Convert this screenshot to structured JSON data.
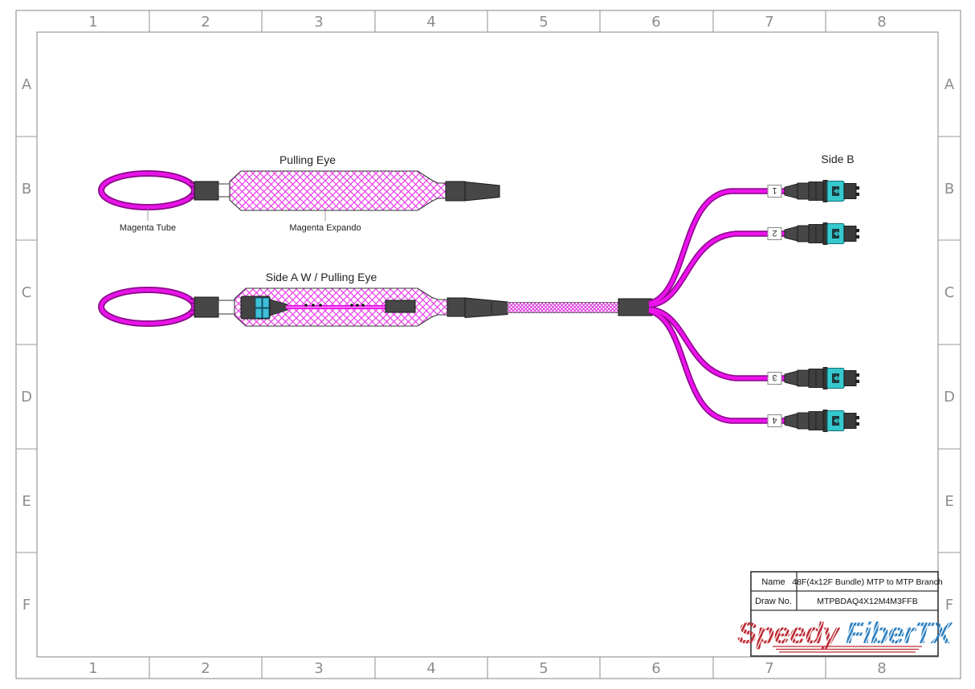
{
  "grid": {
    "columns": [
      "1",
      "2",
      "3",
      "4",
      "5",
      "6",
      "7",
      "8"
    ],
    "rows": [
      "A",
      "B",
      "C",
      "D",
      "E",
      "F"
    ]
  },
  "pulling_eye_assembly": {
    "title": "Pulling Eye",
    "tube_label": "Magenta Tube",
    "expando_label": "Magenta Expando"
  },
  "side_a_assembly": {
    "title": "Side A W / Pulling Eye"
  },
  "side_b": {
    "label": "Side B",
    "branch_labels": [
      "1",
      "2",
      "3",
      "4"
    ]
  },
  "title_block": {
    "name_label": "Name",
    "name_value": "48F(4x12F Bundle) MTP to MTP Branch",
    "draw_no_label": "Draw No.",
    "draw_no_value": "MTPBDAQ4X12M4M3FFB",
    "logo": {
      "part1": "Speedy",
      "part2": "FiberTX",
      "color1": "#BE2A34",
      "color2": "#2B7FC0"
    }
  },
  "colors": {
    "magenta": "#E714E7",
    "dark_magenta": "#8B0A8B",
    "hatch_magenta": "#E83EE8",
    "connector_gray": "#474747",
    "aqua": "#35C8CD",
    "border_gray": "#999999"
  }
}
